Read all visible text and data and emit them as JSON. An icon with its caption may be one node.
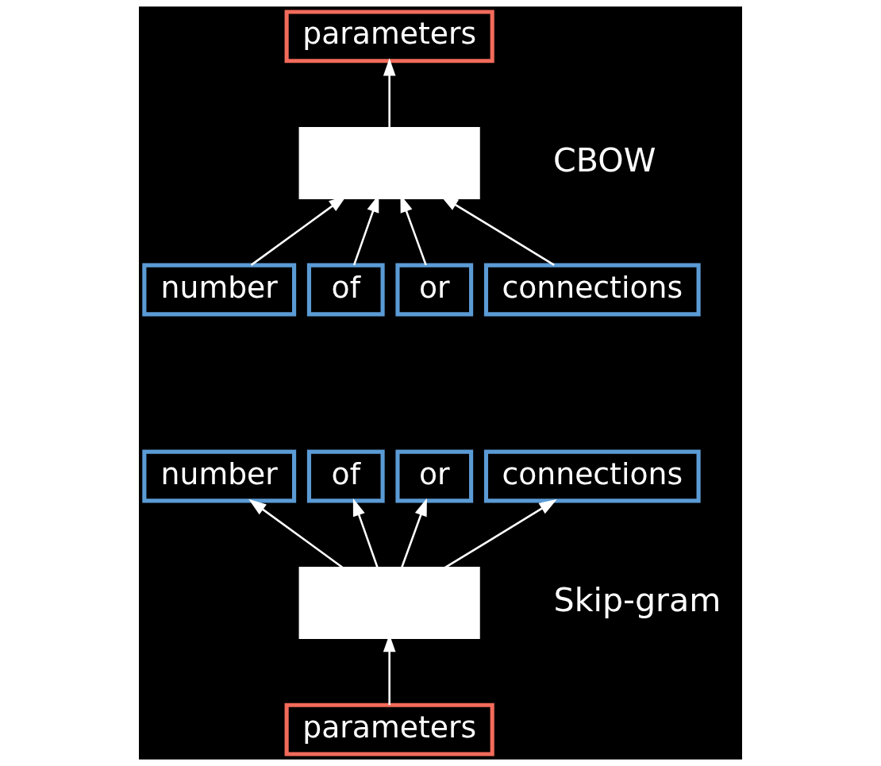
{
  "diagram": {
    "nodes": [
      {
        "text": [
          "parameters"
        ]
      },
      {
        "text": [],
        "shape": "box"
      },
      {
        "text": [
          "number"
        ]
      },
      {
        "text": [
          "of"
        ]
      },
      {
        "text": [
          "or"
        ]
      },
      {
        "text": [
          "connections"
        ]
      },
      {
        "text": [
          "number"
        ]
      },
      {
        "text": [
          "of"
        ]
      },
      {
        "text": [
          "or"
        ]
      },
      {
        "text": [
          "connections"
        ]
      },
      {
        "text": [],
        "shape": "box"
      },
      {
        "text": [
          "parameters"
        ]
      }
    ],
    "edges": [
      {
        "from": 1,
        "to": 0,
        "arrow": "to"
      },
      {
        "from": 2,
        "to": 1,
        "arrow": "to"
      },
      {
        "from": 3,
        "to": 1,
        "arrow": "to"
      },
      {
        "from": 4,
        "to": 1,
        "arrow": "to"
      },
      {
        "from": 5,
        "to": 1,
        "arrow": "to"
      },
      {
        "from": 10,
        "to": 6,
        "arrow": "to"
      },
      {
        "from": 10,
        "to": 7,
        "arrow": "to"
      },
      {
        "from": 10,
        "to": 8,
        "arrow": "to"
      },
      {
        "from": 10,
        "to": 9,
        "arrow": "to"
      },
      {
        "from": 11,
        "to": 10,
        "arrow": "to"
      }
    ],
    "labels": [
      "CBOW",
      "Skip-gram"
    ]
  }
}
